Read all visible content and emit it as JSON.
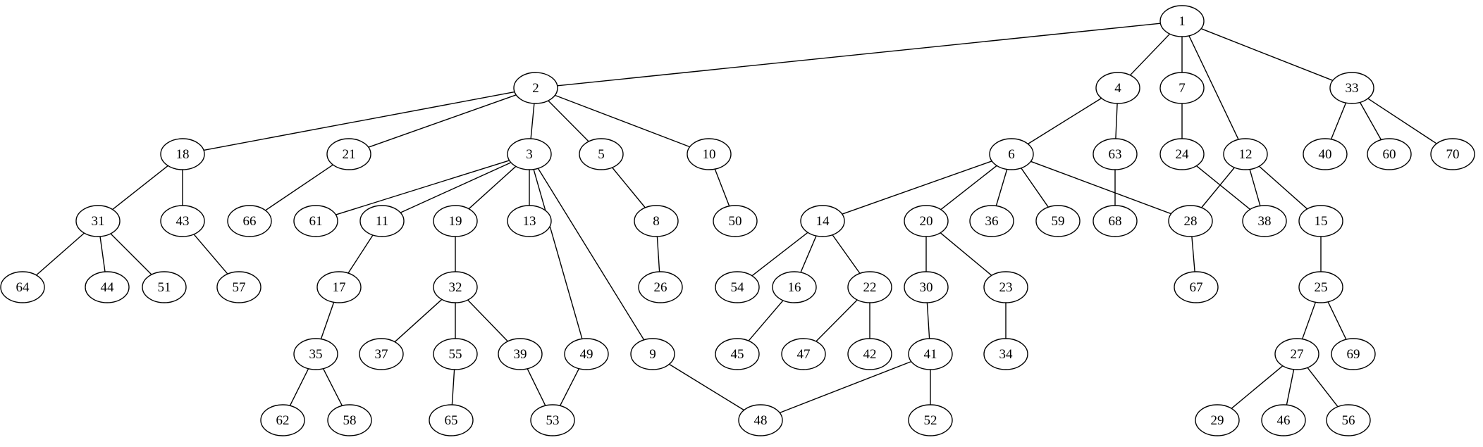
{
  "graph": {
    "nodes": [
      {
        "id": "1",
        "label": "1"
      },
      {
        "id": "2",
        "label": "2"
      },
      {
        "id": "4",
        "label": "4"
      },
      {
        "id": "7",
        "label": "7"
      },
      {
        "id": "12",
        "label": "12"
      },
      {
        "id": "33",
        "label": "33"
      },
      {
        "id": "18",
        "label": "18"
      },
      {
        "id": "21",
        "label": "21"
      },
      {
        "id": "3",
        "label": "3"
      },
      {
        "id": "5",
        "label": "5"
      },
      {
        "id": "10",
        "label": "10"
      },
      {
        "id": "6",
        "label": "6"
      },
      {
        "id": "63",
        "label": "63"
      },
      {
        "id": "24",
        "label": "24"
      },
      {
        "id": "40",
        "label": "40"
      },
      {
        "id": "60",
        "label": "60"
      },
      {
        "id": "70",
        "label": "70"
      },
      {
        "id": "31",
        "label": "31"
      },
      {
        "id": "43",
        "label": "43"
      },
      {
        "id": "66",
        "label": "66"
      },
      {
        "id": "61",
        "label": "61"
      },
      {
        "id": "11",
        "label": "11"
      },
      {
        "id": "19",
        "label": "19"
      },
      {
        "id": "13",
        "label": "13"
      },
      {
        "id": "8",
        "label": "8"
      },
      {
        "id": "50",
        "label": "50"
      },
      {
        "id": "14",
        "label": "14"
      },
      {
        "id": "20",
        "label": "20"
      },
      {
        "id": "36",
        "label": "36"
      },
      {
        "id": "59",
        "label": "59"
      },
      {
        "id": "68",
        "label": "68"
      },
      {
        "id": "28",
        "label": "28"
      },
      {
        "id": "38",
        "label": "38"
      },
      {
        "id": "15",
        "label": "15"
      },
      {
        "id": "64",
        "label": "64"
      },
      {
        "id": "44",
        "label": "44"
      },
      {
        "id": "51",
        "label": "51"
      },
      {
        "id": "57",
        "label": "57"
      },
      {
        "id": "17",
        "label": "17"
      },
      {
        "id": "32",
        "label": "32"
      },
      {
        "id": "26",
        "label": "26"
      },
      {
        "id": "54",
        "label": "54"
      },
      {
        "id": "16",
        "label": "16"
      },
      {
        "id": "22",
        "label": "22"
      },
      {
        "id": "30",
        "label": "30"
      },
      {
        "id": "23",
        "label": "23"
      },
      {
        "id": "67",
        "label": "67"
      },
      {
        "id": "25",
        "label": "25"
      },
      {
        "id": "35",
        "label": "35"
      },
      {
        "id": "37",
        "label": "37"
      },
      {
        "id": "55",
        "label": "55"
      },
      {
        "id": "39",
        "label": "39"
      },
      {
        "id": "49",
        "label": "49"
      },
      {
        "id": "9",
        "label": "9"
      },
      {
        "id": "45",
        "label": "45"
      },
      {
        "id": "47",
        "label": "47"
      },
      {
        "id": "42",
        "label": "42"
      },
      {
        "id": "41",
        "label": "41"
      },
      {
        "id": "34",
        "label": "34"
      },
      {
        "id": "27",
        "label": "27"
      },
      {
        "id": "69",
        "label": "69"
      },
      {
        "id": "62",
        "label": "62"
      },
      {
        "id": "58",
        "label": "58"
      },
      {
        "id": "65",
        "label": "65"
      },
      {
        "id": "53",
        "label": "53"
      },
      {
        "id": "48",
        "label": "48"
      },
      {
        "id": "52",
        "label": "52"
      },
      {
        "id": "29",
        "label": "29"
      },
      {
        "id": "46",
        "label": "46"
      },
      {
        "id": "56",
        "label": "56"
      }
    ],
    "edges": [
      [
        "1",
        "2"
      ],
      [
        "1",
        "4"
      ],
      [
        "1",
        "7"
      ],
      [
        "1",
        "12"
      ],
      [
        "1",
        "33"
      ],
      [
        "2",
        "18"
      ],
      [
        "2",
        "21"
      ],
      [
        "2",
        "3"
      ],
      [
        "2",
        "5"
      ],
      [
        "2",
        "10"
      ],
      [
        "4",
        "6"
      ],
      [
        "4",
        "63"
      ],
      [
        "7",
        "24"
      ],
      [
        "12",
        "28"
      ],
      [
        "12",
        "38"
      ],
      [
        "12",
        "15"
      ],
      [
        "33",
        "40"
      ],
      [
        "33",
        "60"
      ],
      [
        "33",
        "70"
      ],
      [
        "18",
        "31"
      ],
      [
        "18",
        "43"
      ],
      [
        "21",
        "66"
      ],
      [
        "3",
        "61"
      ],
      [
        "3",
        "11"
      ],
      [
        "3",
        "19"
      ],
      [
        "3",
        "13"
      ],
      [
        "3",
        "49"
      ],
      [
        "3",
        "9"
      ],
      [
        "5",
        "8"
      ],
      [
        "10",
        "50"
      ],
      [
        "6",
        "14"
      ],
      [
        "6",
        "20"
      ],
      [
        "6",
        "36"
      ],
      [
        "6",
        "59"
      ],
      [
        "6",
        "28"
      ],
      [
        "63",
        "68"
      ],
      [
        "24",
        "38"
      ],
      [
        "15",
        "25"
      ],
      [
        "31",
        "64"
      ],
      [
        "31",
        "44"
      ],
      [
        "31",
        "51"
      ],
      [
        "43",
        "57"
      ],
      [
        "11",
        "17"
      ],
      [
        "19",
        "32"
      ],
      [
        "8",
        "26"
      ],
      [
        "14",
        "54"
      ],
      [
        "14",
        "16"
      ],
      [
        "14",
        "22"
      ],
      [
        "20",
        "30"
      ],
      [
        "20",
        "23"
      ],
      [
        "28",
        "67"
      ],
      [
        "25",
        "27"
      ],
      [
        "25",
        "69"
      ],
      [
        "17",
        "35"
      ],
      [
        "32",
        "37"
      ],
      [
        "32",
        "55"
      ],
      [
        "32",
        "39"
      ],
      [
        "49",
        "53"
      ],
      [
        "9",
        "48"
      ],
      [
        "16",
        "45"
      ],
      [
        "22",
        "47"
      ],
      [
        "22",
        "42"
      ],
      [
        "30",
        "41"
      ],
      [
        "23",
        "34"
      ],
      [
        "27",
        "29"
      ],
      [
        "27",
        "46"
      ],
      [
        "27",
        "56"
      ],
      [
        "35",
        "62"
      ],
      [
        "35",
        "58"
      ],
      [
        "55",
        "65"
      ],
      [
        "39",
        "53"
      ],
      [
        "41",
        "48"
      ],
      [
        "41",
        "52"
      ]
    ]
  }
}
